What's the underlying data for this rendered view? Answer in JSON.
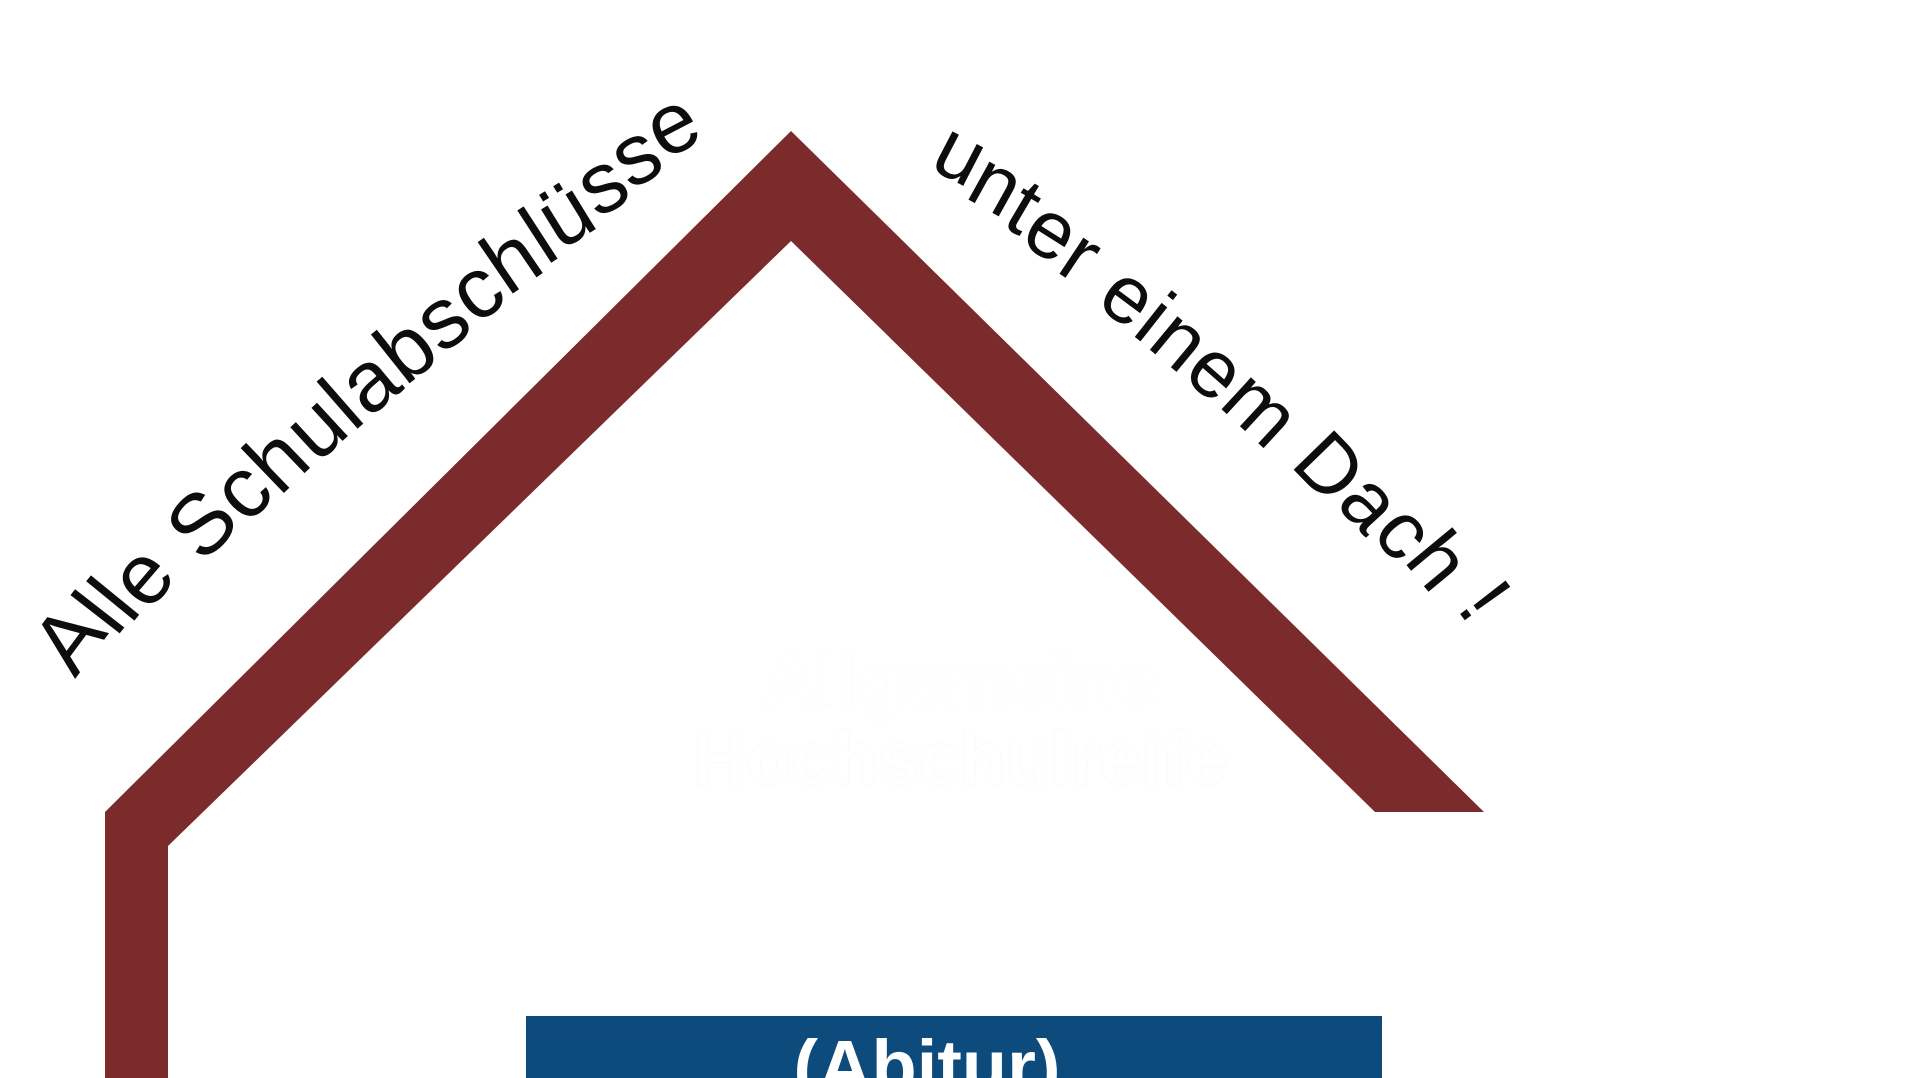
{
  "slogan": {
    "left_text": "Alle Schulabschlüsse",
    "right_text": "unter einem Dach !"
  },
  "qualification": {
    "line1": "Allgemeine",
    "line2": "Hochschulreife",
    "line3": "(Abitur)"
  },
  "colors": {
    "roof": "#7B2B2B",
    "badge_background": "#0E4B7D",
    "badge_text": "#FFFFFF",
    "slogan_text": "#0D0D0D",
    "page_background": "#FFFFFF"
  },
  "shapes": {
    "roof_name": "house-roof-chevron"
  }
}
